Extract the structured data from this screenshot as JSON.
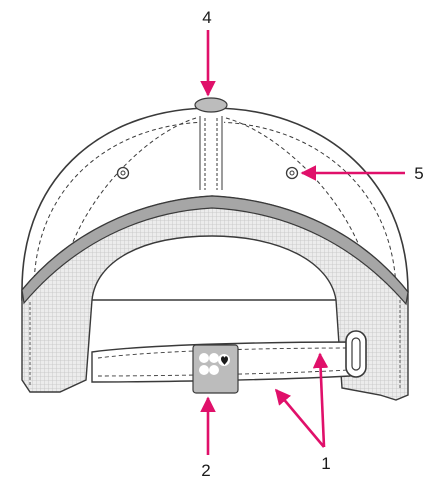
{
  "callouts": {
    "c1": "1",
    "c2": "2",
    "c4": "4",
    "c5": "5"
  },
  "colors": {
    "arrow": "#e0106a",
    "outline": "#3a3a3a",
    "band": "#a6a6a6",
    "mesh": "#d4d4d4",
    "button": "#bcbcbc"
  }
}
